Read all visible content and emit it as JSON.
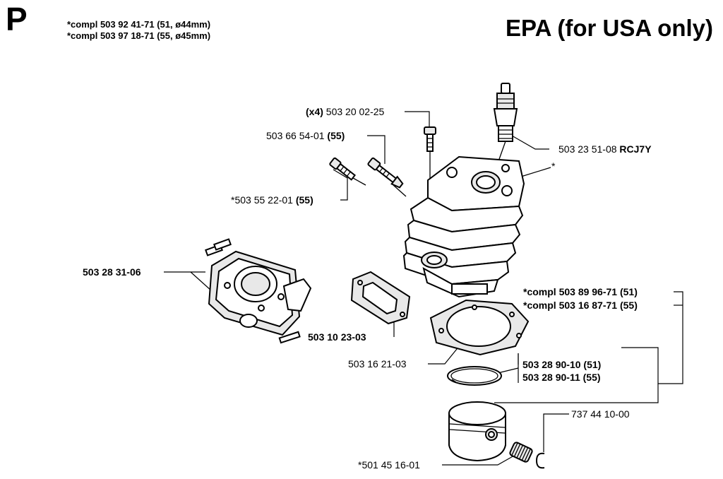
{
  "page": {
    "section_letter": "P",
    "title": "EPA (for USA only)",
    "notes": [
      "*compl 503 92 41-71 (51, ø44mm)",
      "*compl 503 97 18-71 (55, ø45mm)"
    ]
  },
  "callouts": {
    "screw": {
      "qty": "(x4)",
      "part": "503 20 02-25"
    },
    "valve": {
      "part": "503 66 54-01",
      "note": "(55)"
    },
    "decomp_valve": {
      "part": "*503 55 22-01",
      "note": "(55)"
    },
    "spark_plug": {
      "part": "503 23 51-08",
      "type": "RCJ7Y"
    },
    "cylinder": {
      "part": "*"
    },
    "carburetor": {
      "part": "503 28 31-06"
    },
    "exhaust_gasket": {
      "part": "503 10 23-03"
    },
    "cylinder_gasket": {
      "part": "503 16 21-03"
    },
    "piston_kit": {
      "line1": "*compl 503 89 96-71 (51)",
      "line2": "*compl 503 16 87-71 (55)"
    },
    "piston_ring": {
      "line1": "503 28 90-10 (51)",
      "line2": "503 28 90-11 (55)"
    },
    "circlip": {
      "part": "737 44 10-00"
    },
    "bearing": {
      "part": "*501 45 16-01"
    }
  }
}
